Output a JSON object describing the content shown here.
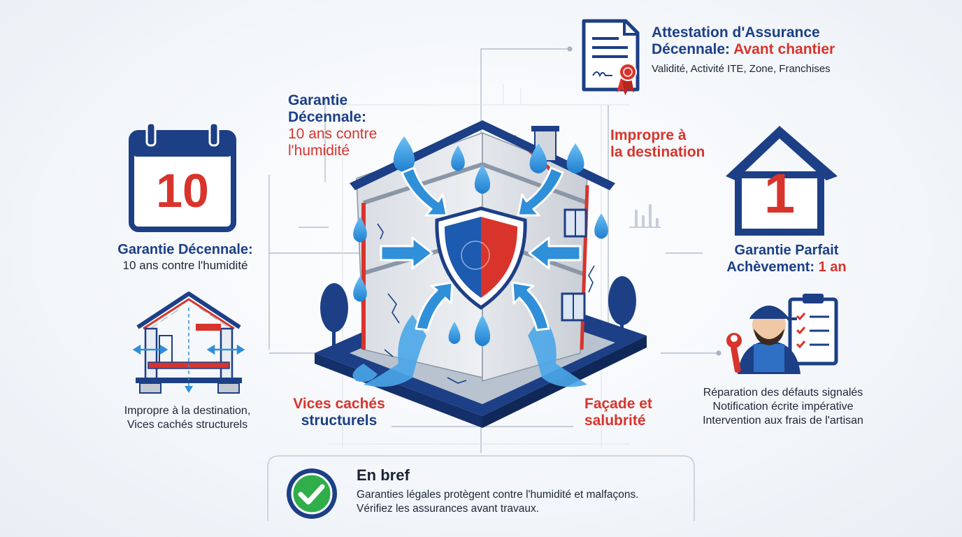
{
  "attestation": {
    "line1": "Attestation d'Assurance",
    "line2_prefix": "Décennale: ",
    "line2_highlight": "Avant chantier",
    "details": "Validité, Activité ITE, Zone, Franchises"
  },
  "decennale_top": {
    "line1": "Garantie",
    "line2": "Décennale:",
    "line3": "10 ans contre",
    "line4": "l'humidité"
  },
  "calendar": {
    "number": "10"
  },
  "decennale_left": {
    "title": "Garantie Décennale:",
    "subtitle": "10 ans contre l'humidité"
  },
  "structure_caption": {
    "line1": "Impropre à la destination,",
    "line2": "Vices cachés structurels"
  },
  "impropre": {
    "line1": "Impropre à",
    "line2": "la destination"
  },
  "vices": {
    "line1": "Vices cachés",
    "line2": "structurels"
  },
  "facade": {
    "line1": "Façade et",
    "line2": "salubrité"
  },
  "house_badge": {
    "number": "1"
  },
  "parfait": {
    "line1": "Garantie Parfait",
    "line2_prefix": "Achèvement: ",
    "line2_highlight": "1 an"
  },
  "reparation": {
    "line1": "Réparation des défauts signalés",
    "line2": "Notification écrite impérative",
    "line3": "Intervention aux frais de l'artisan"
  },
  "summary": {
    "title": "En bref",
    "line1": "Garanties légales protègent contre l'humidité et malfaçons.",
    "line2": "Vérifiez les assurances avant travaux."
  },
  "colors": {
    "navy": "#1c3f86",
    "red": "#d8342c",
    "water": "#2f8fd8",
    "green": "#2fae4a"
  }
}
